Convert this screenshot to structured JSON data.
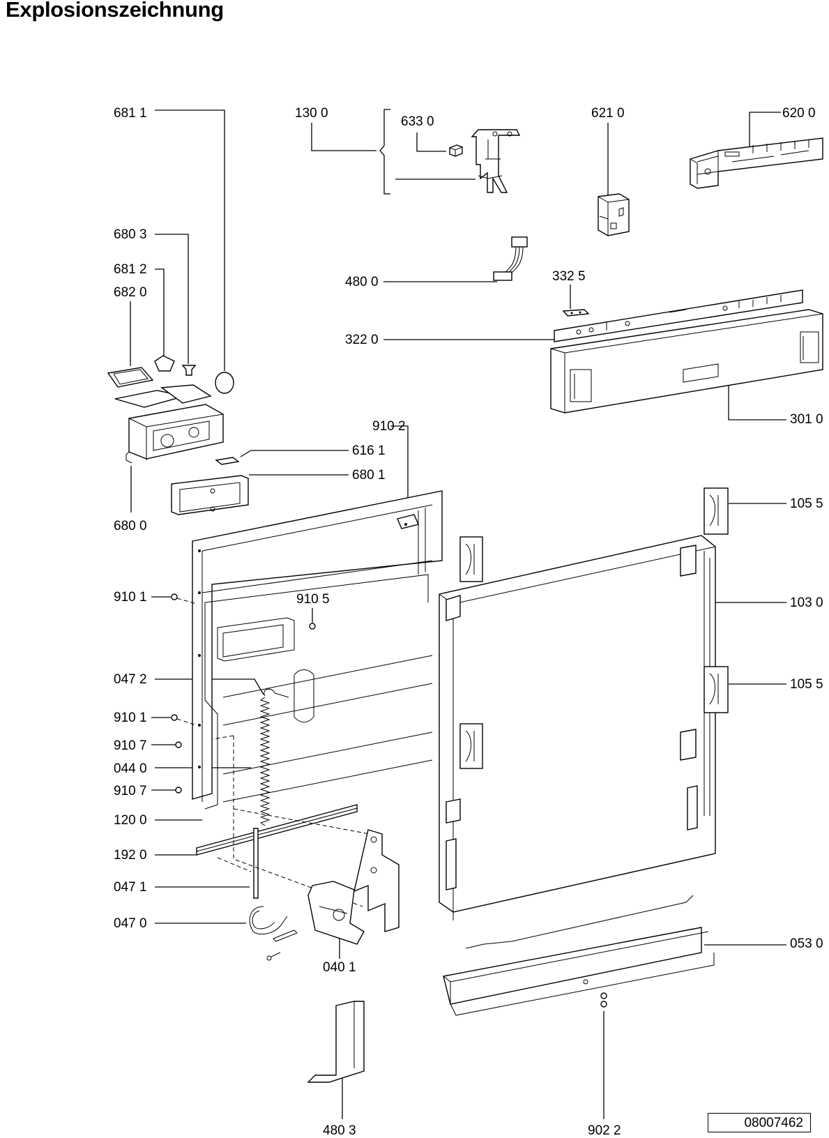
{
  "title": "Explosionszeichnung",
  "doc_number": "08007462",
  "labels": {
    "l6811": "681 1",
    "l1300": "130 0",
    "l6330": "633 0",
    "l6210": "621 0",
    "l6200": "620 0",
    "l6803": "680 3",
    "l6812": "681 2",
    "l6820": "682 0",
    "l4800": "480 0",
    "l3325": "332 5",
    "l3220": "322 0",
    "l3010": "301 0",
    "l9102": "910 2",
    "l6161": "616 1",
    "l6801": "680 1",
    "l6800": "680 0",
    "l1055a": "105 5",
    "l9101a": "910 1",
    "l9105": "910 5",
    "l1030": "103 0",
    "l0472": "047 2",
    "l1055b": "105 5",
    "l9101b": "910 1",
    "l9107a": "910 7",
    "l0440": "044 0",
    "l9107b": "910 7",
    "l1200": "120 0",
    "l1920": "192 0",
    "l0471": "047 1",
    "l0470": "047 0",
    "l0401": "040 1",
    "l0530": "053 0",
    "l4803": "480 3",
    "l9022": "902 2"
  }
}
